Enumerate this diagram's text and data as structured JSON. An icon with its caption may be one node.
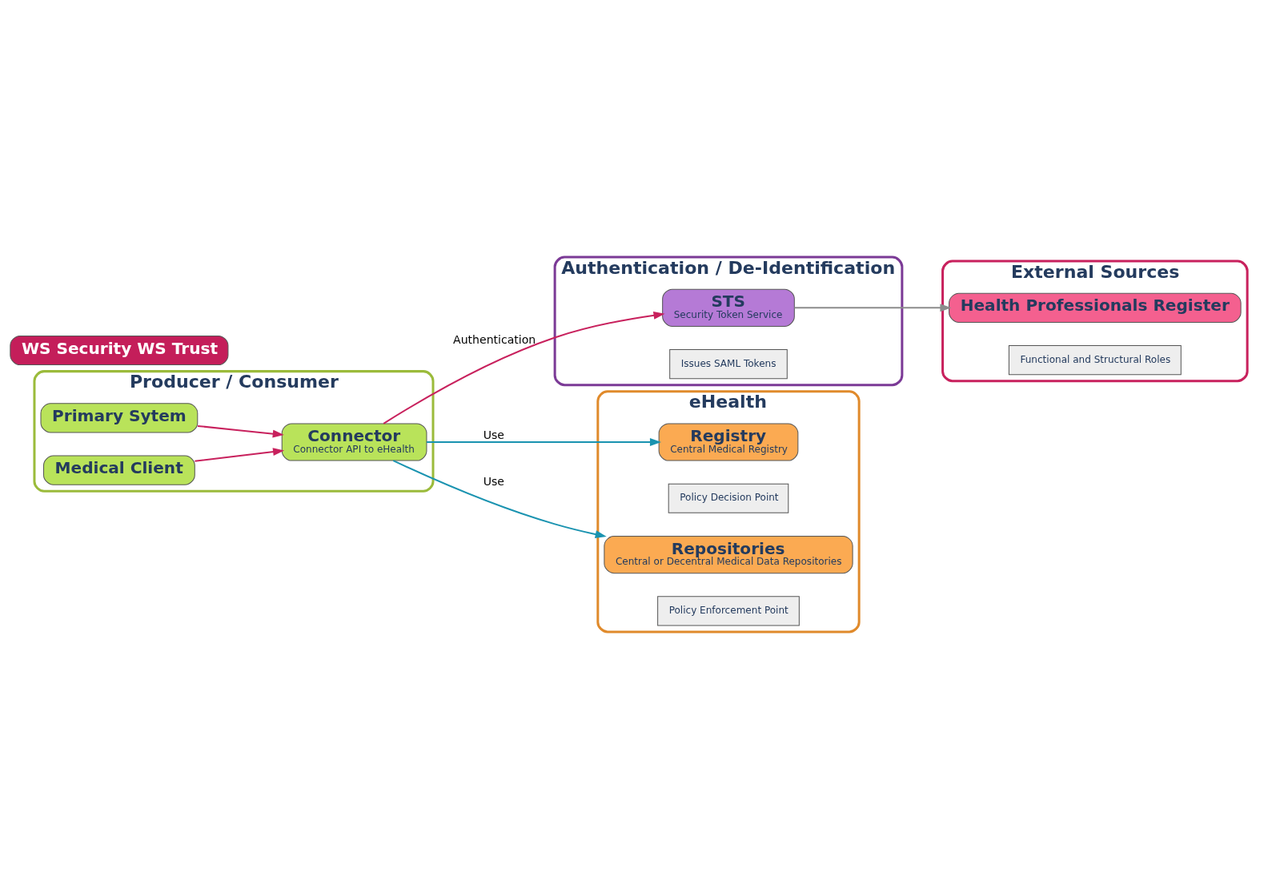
{
  "diagram": {
    "nodes": [
      {
        "text": [
          "External Sources"
        ]
      },
      {
        "text": [
          "Health Professionals Register"
        ],
        "in": 0
      },
      {
        "text": [
          "Functional and Structural Roles"
        ],
        "in": 0
      },
      {
        "text": [
          "Authentication / De-Identification"
        ]
      },
      {
        "text": [
          "STS",
          "Security Token Service"
        ],
        "in": 3
      },
      {
        "text": [
          "Issues SAML Tokens"
        ],
        "in": 3
      },
      {
        "text": [
          "WS Security WS Trust"
        ]
      },
      {
        "text": [
          "Producer / Consumer"
        ]
      },
      {
        "text": [
          "Primary Sytem"
        ],
        "in": 7
      },
      {
        "text": [
          "Medical Client"
        ],
        "in": 7
      },
      {
        "text": [
          "Connector",
          "Connector API to eHealth"
        ],
        "in": 7
      },
      {
        "text": [
          "eHealth"
        ]
      },
      {
        "text": [
          "Registry",
          "Central Medical Registry"
        ],
        "in": 11
      },
      {
        "text": [
          "Policy Decision Point"
        ],
        "in": 11
      },
      {
        "text": [
          "Repositories",
          "Central or Decentral Medical Data Repositories"
        ],
        "in": 11
      },
      {
        "text": [
          "Policy Enforcement Point"
        ],
        "in": 11
      }
    ],
    "edges": [
      {
        "from": 4,
        "to": 1,
        "arrow": "to",
        "color": "#8c8c8c"
      },
      {
        "from": 10,
        "to": 4,
        "arrow": "to",
        "label": "Authentication"
      },
      {
        "from": 8,
        "to": 10,
        "arrow": "to"
      },
      {
        "from": 9,
        "to": 10,
        "arrow": "to"
      },
      {
        "from": 10,
        "to": 12,
        "arrow": "to",
        "label": "Use",
        "color": "#1a93b0"
      },
      {
        "from": 10,
        "to": 14,
        "arrow": "to",
        "label": "Use",
        "color": "#1a93b0"
      }
    ]
  }
}
